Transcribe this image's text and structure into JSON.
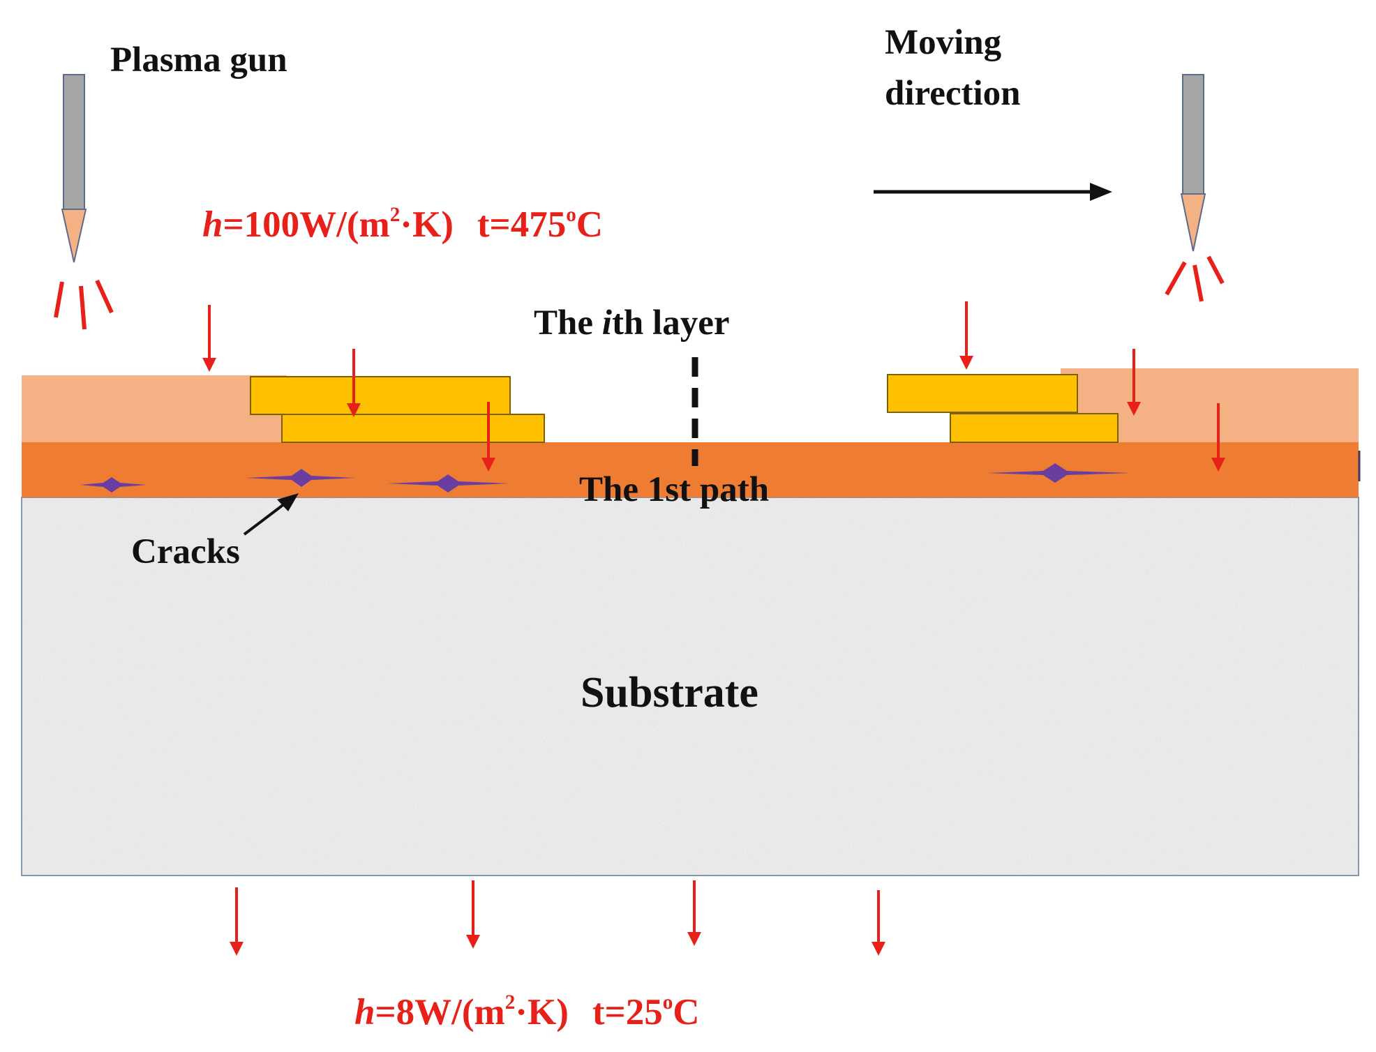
{
  "labels": {
    "plasma_gun": "Plasma gun",
    "moving_line1": "Moving",
    "moving_line2": "direction",
    "ith_layer_prefix": "The ",
    "ith_layer_italic": "i",
    "ith_layer_suffix": "th layer",
    "first_path": "The 1st path",
    "cracks": "Cracks",
    "substrate": "Substrate"
  },
  "top_boundary": {
    "h_symbol": "h",
    "h_value": "=100W/(m",
    "exponent": "2",
    "unit_end": "·K)",
    "t_text": "t=475",
    "t_degree": "o",
    "t_unit": "C"
  },
  "bottom_boundary": {
    "h_symbol": "h",
    "h_value": "=8W/(m",
    "exponent": "2",
    "unit_end": "·K)",
    "t_text": "t=25",
    "t_degree": "o",
    "t_unit": "C"
  },
  "colors": {
    "heat_flux_arrow": "#e8201a",
    "first_path_layer": "#ee7d33",
    "ith_layer": "#f4b183",
    "splat": "#ffc000",
    "crack": "#6a3ea1",
    "substrate": "#ebebeb",
    "gun_body": "#a6a6a6",
    "gun_nozzle": "#f4b183"
  }
}
